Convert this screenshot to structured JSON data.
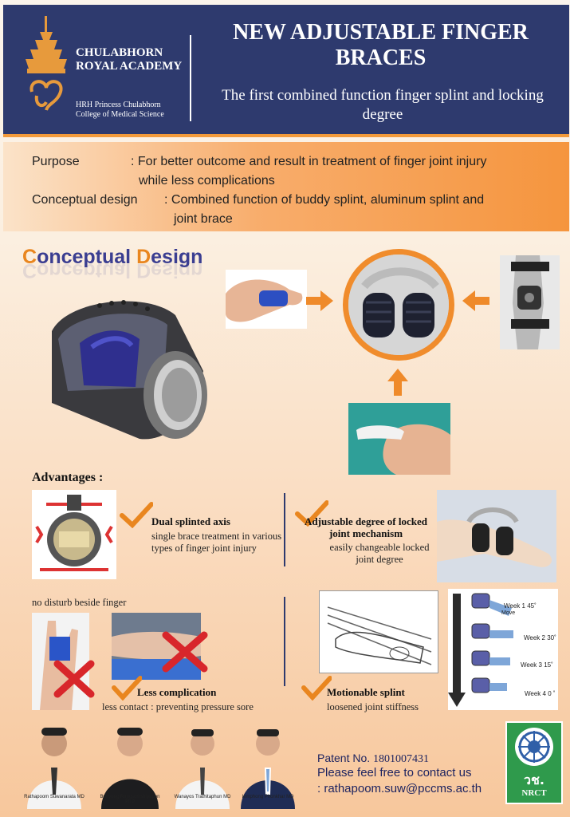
{
  "header": {
    "academy_name": "CHULABHORN ROYAL ACADEMY",
    "college_name": "HRH Princess Chulabhorn College of Medical Science",
    "title": "NEW ADJUSTABLE FINGER BRACES",
    "subtitle": "The first combined function finger splint and locking degree"
  },
  "purpose": {
    "label": "Purpose",
    "line1": ": For better outcome and result in treatment of finger joint injury",
    "line2": "while less  complications"
  },
  "conceptual": {
    "label": "Conceptual  design",
    "line1": ": Combined function of buddy splint, aluminum splint and",
    "line2": "joint brace"
  },
  "design_section": {
    "title_first_letter": "C",
    "title_rest1": "onceptual ",
    "title_second_letter": "D",
    "title_rest2": "esign",
    "reflection": "Conceptual Design"
  },
  "advantages": {
    "heading": "Advantages :",
    "dual": {
      "title": "Dual splinted axis",
      "desc": "single brace treatment in various types of finger joint injury"
    },
    "adjustable": {
      "title": "Adjustable degree of locked joint mechanism",
      "desc": "easily changeable locked joint degree"
    },
    "no_disturb": "no disturb beside finger",
    "less": {
      "title": "Less complication",
      "desc": "less contact : preventing pressure sore"
    },
    "motion": {
      "title": "Motionable splint",
      "desc": "loosened joint stiffness"
    },
    "weeks": [
      "Week 1  45˚",
      "Week 2  30˚",
      "Week 3  15˚",
      "Week 4 0 ˚"
    ],
    "move_label": "Move"
  },
  "team": [
    {
      "name": "Rathapoom Suwanarata MD"
    },
    {
      "name": "Buriyong Rungsomsiriyapon PhD"
    },
    {
      "name": "Wanayos Trathitaphun MD"
    },
    {
      "name": "Iemphong Phonkhar MD"
    }
  ],
  "footer": {
    "patent_label": "Patent No.",
    "patent_number": "1801007431",
    "contact_line": "Please feel free to contact us",
    "email": ": rathapoom.suw@pccms.ac.th",
    "nrct_thai": "วช.",
    "nrct": "NRCT"
  },
  "colors": {
    "navy": "#2e3a6e",
    "orange": "#f39a3a",
    "check": "#e9861f"
  }
}
